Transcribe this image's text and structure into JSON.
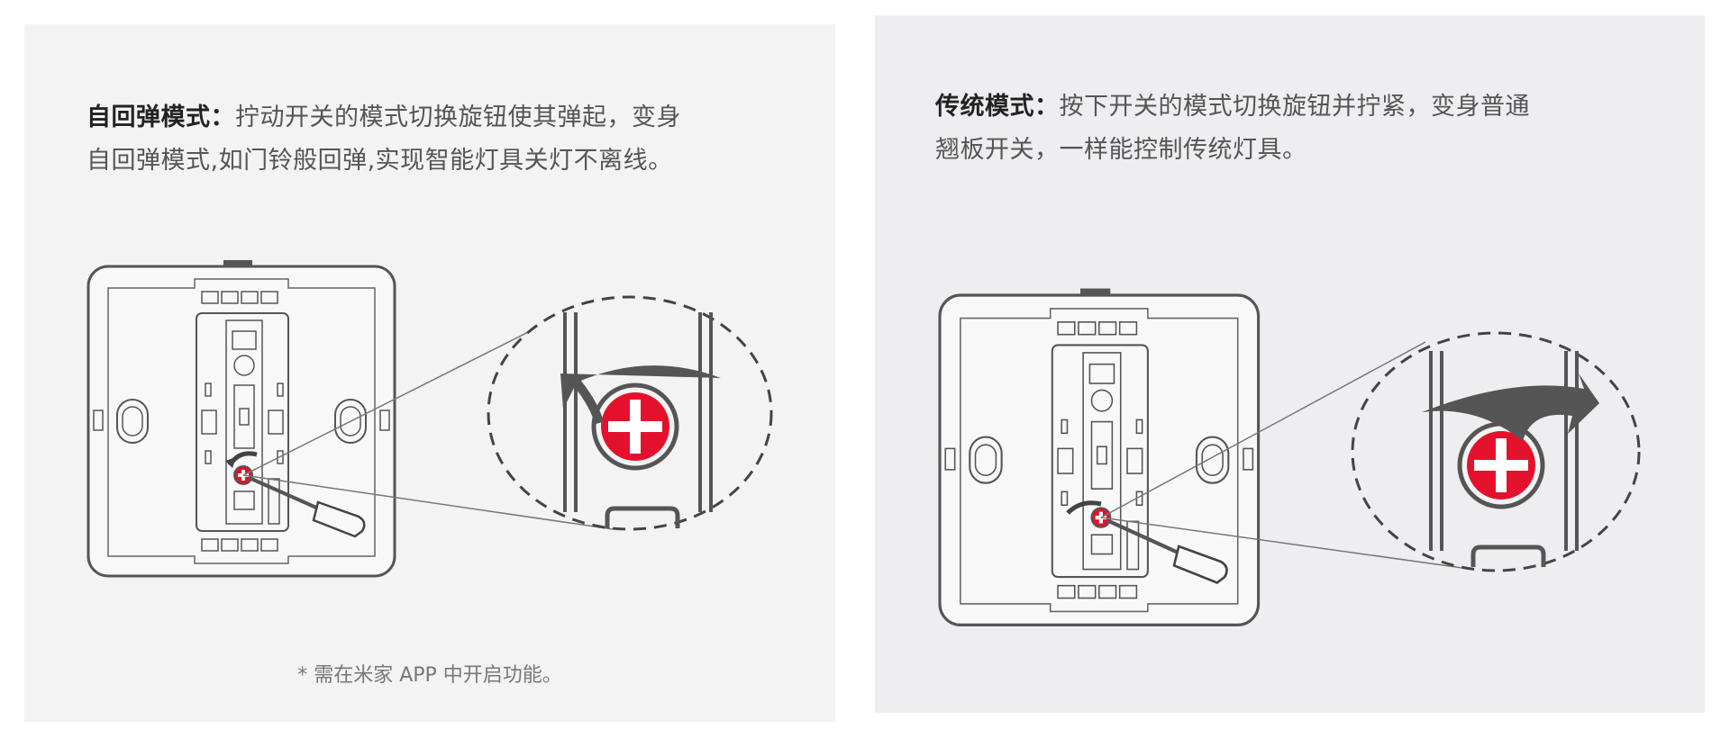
{
  "left": {
    "title": "自回弹模式：",
    "body_line1": "拧动开关的模式切换旋钮使其弹起，变身",
    "body_line2": "自回弹模式,如门铃般回弹,实现智能灯具关灯不离线。",
    "footnote": "* 需在米家 APP 中开启功能。",
    "arrow_direction": "counter-clockwise"
  },
  "right": {
    "title": "传统模式：",
    "body_line1": "按下开关的模式切换旋钮并拧紧，变身普通",
    "body_line2": "翘板开关，一样能控制传统灯具。",
    "arrow_direction": "clockwise"
  },
  "colors": {
    "screw_red": "#e4112c",
    "line_gray": "#555555",
    "panel_bg": "#f3f3f3"
  }
}
